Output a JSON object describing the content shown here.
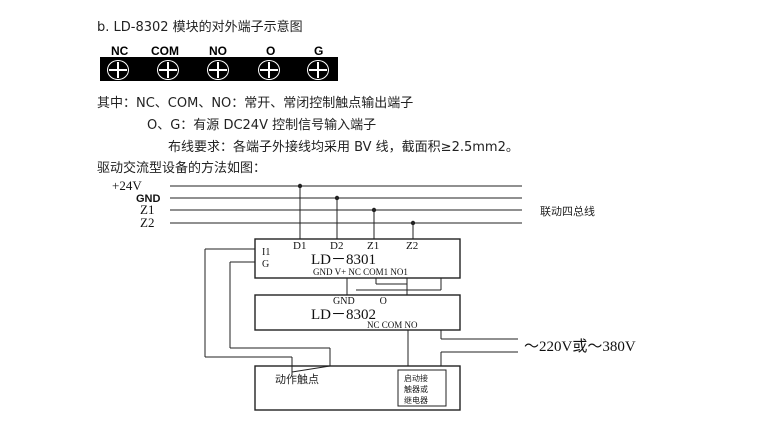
{
  "heading": "b.  LD-8302 模块的对外端子示意图",
  "terminals": [
    "NC",
    "COM",
    "NO",
    "O",
    "G"
  ],
  "notes": {
    "line1": "其中：NC、COM、NO：常开、常闭控制触点输出端子",
    "line2": "O、G：有源 DC24V 控制信号输入端子",
    "line3": "布线要求：各端子外接线均采用 BV 线，截面积≥2.5mm2。",
    "line4": "驱动交流型设备的方法如图："
  },
  "bus": {
    "lines": [
      "+24V",
      "GND",
      "Z1",
      "Z2"
    ],
    "caption": "联动四总线"
  },
  "ld8301": {
    "name": "LD－8301",
    "top_pins": [
      "D1",
      "D2",
      "Z1",
      "Z2"
    ],
    "side_label": "I1\nG",
    "bottom_pins": "GND V+  NC  COM1  NO1"
  },
  "ld8302": {
    "name": "LD－8302",
    "top_pins": "GND          O",
    "bottom_pins": "NC  COM  NO"
  },
  "power_label": "～220V或～380V",
  "device": {
    "action_contact": "动作触点",
    "starter": [
      "启动接",
      "触器或",
      "继电器"
    ]
  }
}
